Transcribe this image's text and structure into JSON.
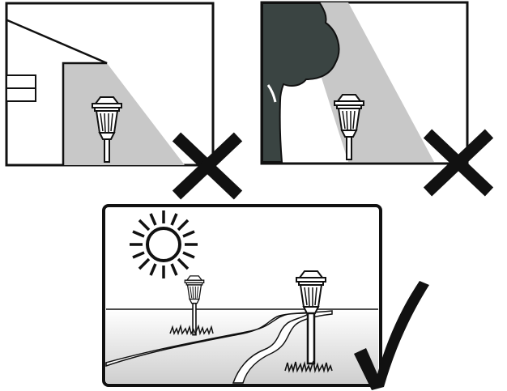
{
  "diagram": {
    "panels": [
      {
        "id": "shade-by-building",
        "verdict": "incorrect",
        "verdict_icon": "x-mark-icon"
      },
      {
        "id": "shade-by-tree",
        "verdict": "incorrect",
        "verdict_icon": "x-mark-icon"
      },
      {
        "id": "open-sunny-yard",
        "verdict": "correct",
        "verdict_icon": "check-mark-icon"
      }
    ],
    "colors": {
      "outline": "#111111",
      "shadow": "#c8c8c8",
      "tree": "#3a4442",
      "background": "#ffffff"
    }
  }
}
